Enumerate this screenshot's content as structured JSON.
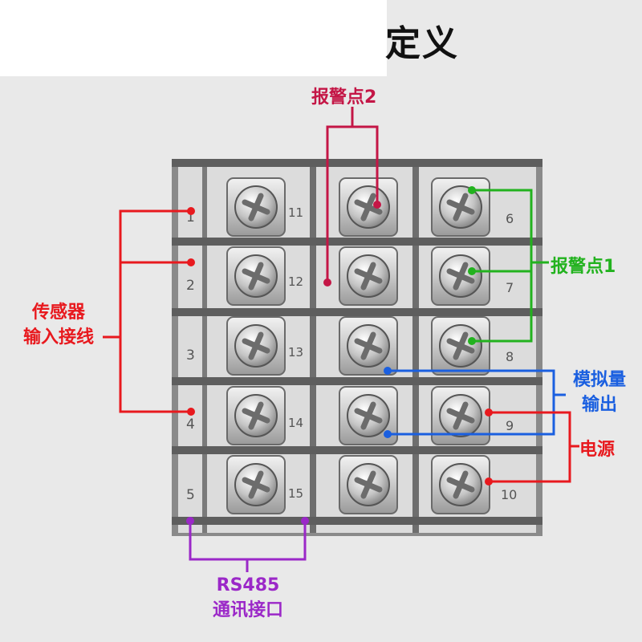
{
  "title": "定义",
  "labels": {
    "alarm2": "报警点2",
    "alarm1": "报警点1",
    "sensor_line1": "传感器",
    "sensor_line2": "输入接线",
    "analog_line1": "模拟量",
    "analog_line2": "输出",
    "power": "电源",
    "rs485_line1": "RS485",
    "rs485_line2": "通讯接口"
  },
  "terminals": {
    "left_column": [
      "1",
      "2",
      "3",
      "4",
      "5"
    ],
    "middle_column": [
      "11",
      "12",
      "13",
      "14",
      "15"
    ],
    "right_column": [
      "6",
      "7",
      "8",
      "9",
      "10"
    ]
  },
  "colors": {
    "sensor": "#e8191e",
    "power": "#e8191e",
    "alarm1": "#22b21e",
    "alarm2": "#c41646",
    "analog": "#1a5fe0",
    "rs485": "#9b28c8"
  }
}
